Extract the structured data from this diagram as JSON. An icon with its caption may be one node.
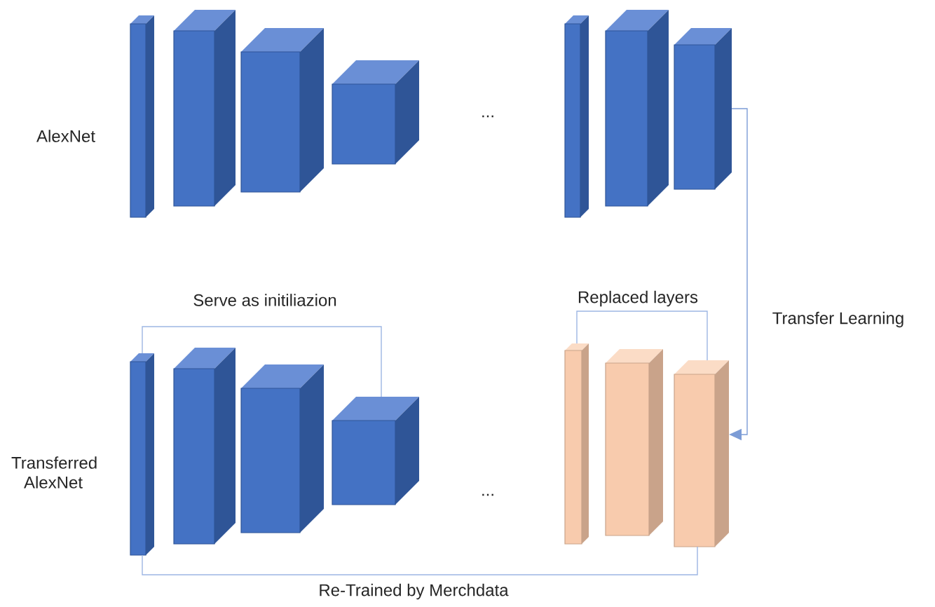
{
  "diagram": {
    "nodes": [
      {
        "text": [],
        "shape": "box"
      },
      {
        "text": [],
        "shape": "box"
      },
      {
        "text": [],
        "shape": "box"
      },
      {
        "text": [],
        "shape": "box"
      },
      {
        "text": [],
        "shape": "box"
      },
      {
        "text": [],
        "shape": "box"
      },
      {
        "text": [],
        "shape": "box"
      },
      {
        "text": [],
        "shape": "box"
      },
      {
        "text": [],
        "shape": "box"
      },
      {
        "text": [],
        "shape": "box"
      },
      {
        "text": [],
        "shape": "box"
      },
      {
        "text": [],
        "shape": "box"
      },
      {
        "text": [],
        "shape": "box"
      },
      {
        "text": [],
        "shape": "box"
      }
    ],
    "edges": [
      {
        "from": 6,
        "to": 13,
        "arrow": "to",
        "label": "Transfer Learning"
      },
      {
        "from": 10,
        "to": 7,
        "arrow": "none",
        "label": "Serve as initiliazion"
      },
      {
        "from": 11,
        "to": 13,
        "arrow": "none",
        "label": "Replaced layers"
      },
      {
        "from": 7,
        "to": 13,
        "arrow": "none",
        "label": "Re-Trained by Merchdata"
      }
    ],
    "labels": [
      "AlexNet",
      "...",
      "Transferred AlexNet",
      "..."
    ]
  }
}
